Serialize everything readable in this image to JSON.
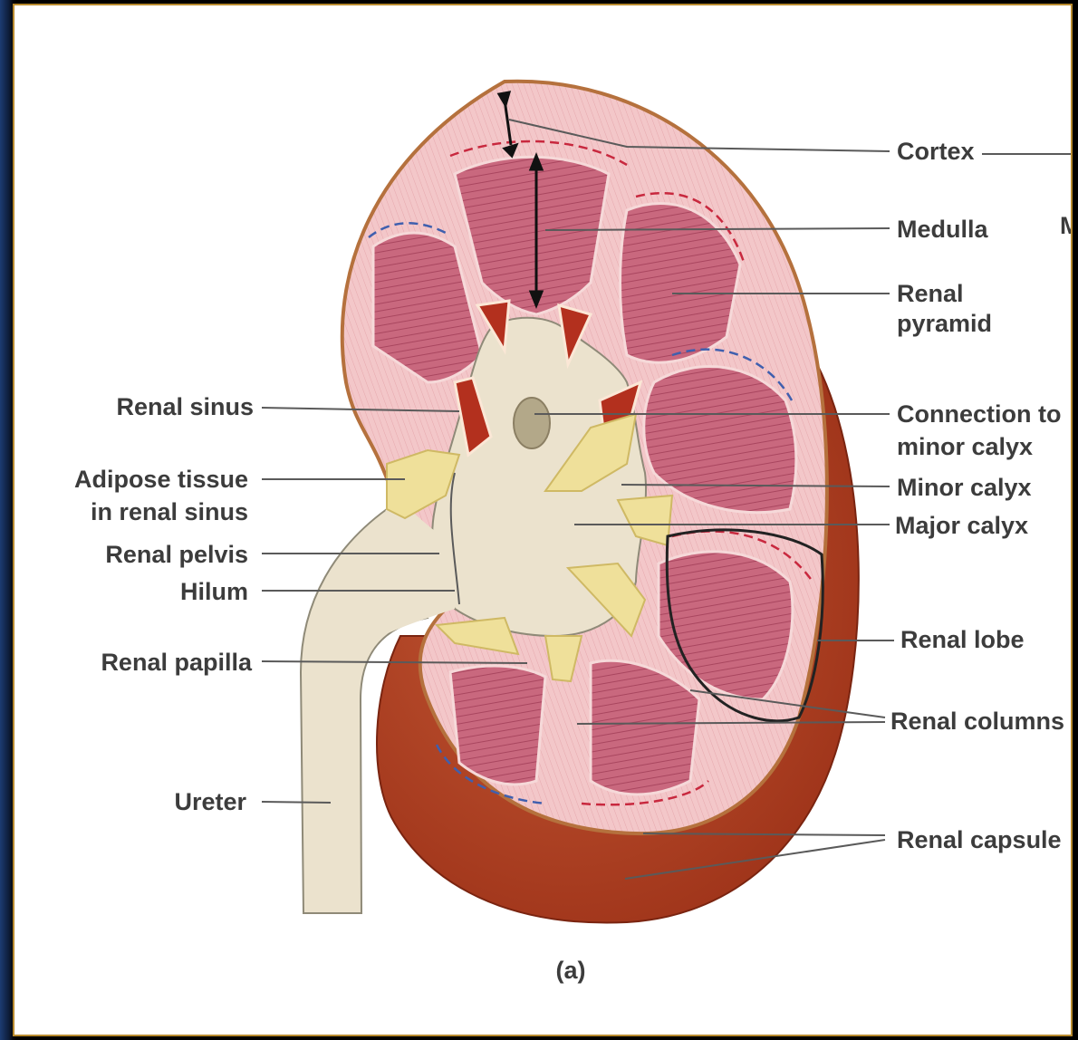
{
  "labels": {
    "cortex": "Cortex",
    "medulla": "Medulla",
    "renal_pyramid_1": "Renal",
    "renal_pyramid_2": "pyramid",
    "connection_1": "Connection to",
    "connection_2": "minor calyx",
    "minor_calyx": "Minor calyx",
    "major_calyx": "Major calyx",
    "renal_lobe": "Renal lobe",
    "renal_columns": "Renal columns",
    "renal_capsule": "Renal capsule",
    "renal_sinus": "Renal sinus",
    "adipose_1": "Adipose tissue",
    "adipose_2": "in renal sinus",
    "renal_pelvis": "Renal pelvis",
    "hilum": "Hilum",
    "renal_papilla": "Renal papilla",
    "ureter": "Ureter",
    "cropped_letter": "M",
    "figure_tag": "(a)"
  },
  "colors": {
    "frame_border": "#b88a2e",
    "capsule": "#a83a1e",
    "cortex": "#f2c2c4",
    "pyramid": "#c9687e",
    "sinus": "#ebe2cd",
    "fat": "#efe09a",
    "label_text": "#3c3c3c"
  }
}
